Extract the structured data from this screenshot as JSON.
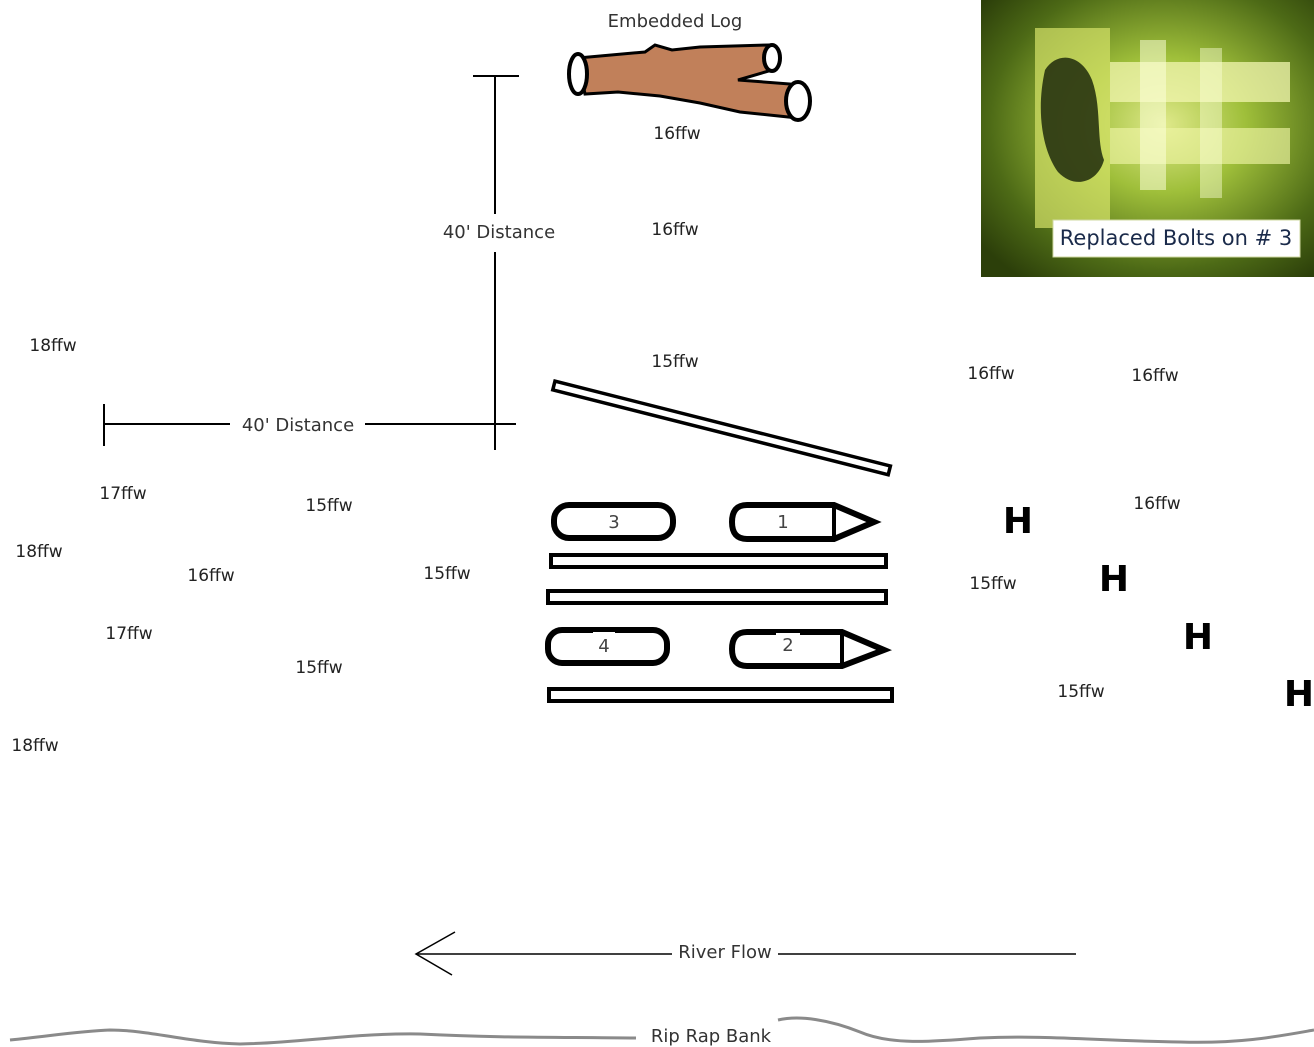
{
  "log": {
    "label": "Embedded Log",
    "fill_color": "#c1805a"
  },
  "photo": {
    "caption": "Replaced Bolts on # 3",
    "tint_color": "#9fbf3a"
  },
  "distances": {
    "vertical_label": "40' Distance",
    "horizontal_label": "40' Distance"
  },
  "river": {
    "flow_label": "River Flow",
    "bank_label": "Rip Rap Bank"
  },
  "pontoons": [
    {
      "number": "3"
    },
    {
      "number": "1"
    },
    {
      "number": "4"
    },
    {
      "number": "2"
    }
  ],
  "depth_readings": [
    {
      "text": "16ffw"
    },
    {
      "text": "16ffw"
    },
    {
      "text": "15ffw"
    },
    {
      "text": "18ffw"
    },
    {
      "text": "16ffw"
    },
    {
      "text": "16ffw"
    },
    {
      "text": "17ffw"
    },
    {
      "text": "15ffw"
    },
    {
      "text": "16ffw"
    },
    {
      "text": "18ffw"
    },
    {
      "text": "16ffw"
    },
    {
      "text": "15ffw"
    },
    {
      "text": "15ffw"
    },
    {
      "text": "17ffw"
    },
    {
      "text": "15ffw"
    },
    {
      "text": "15ffw"
    },
    {
      "text": "18ffw"
    }
  ],
  "markers": [
    {
      "symbol": "H"
    },
    {
      "symbol": "H"
    },
    {
      "symbol": "H"
    },
    {
      "symbol": "H"
    }
  ]
}
